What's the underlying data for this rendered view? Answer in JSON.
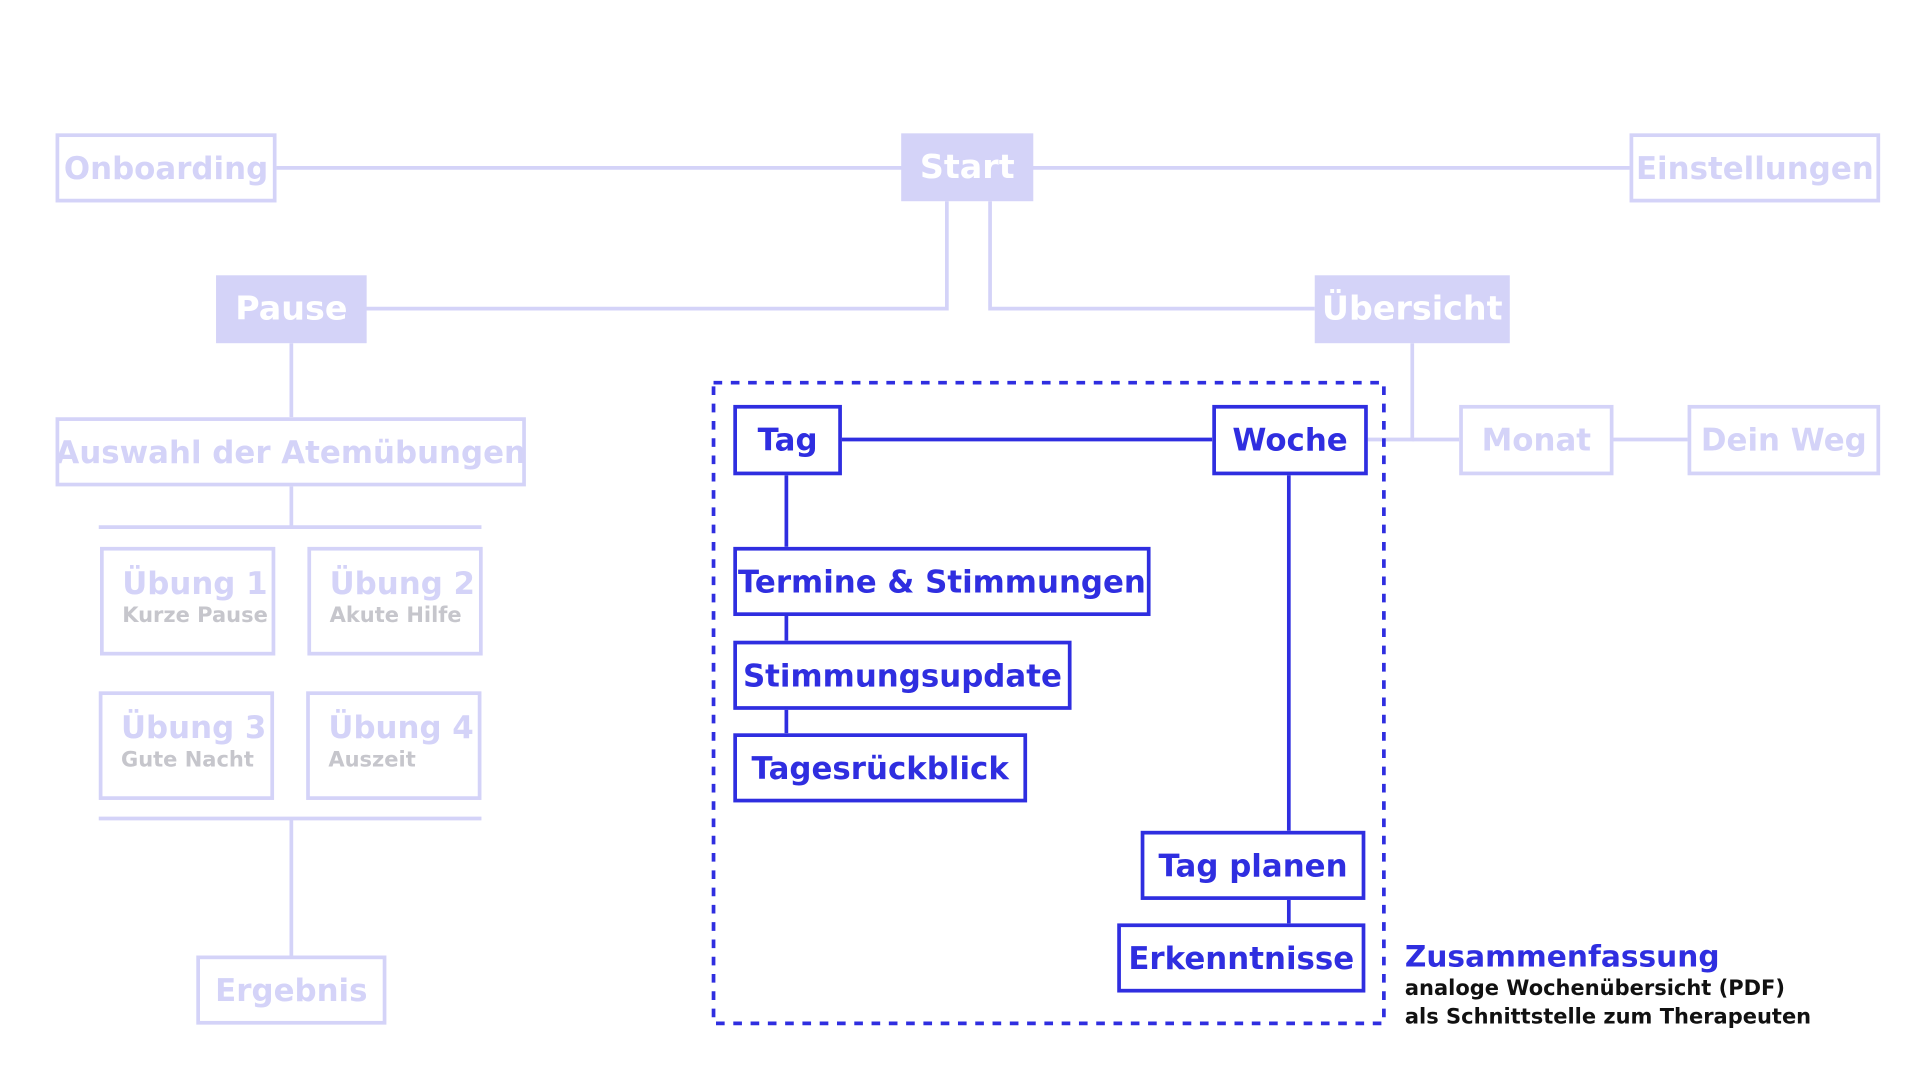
{
  "colors": {
    "pale": "#d4d3f8",
    "active": "#2f2ee0",
    "subtitle": "#c6c6cc"
  },
  "nodes": {
    "onboarding": "Onboarding",
    "start": "Start",
    "settings": "Einstellungen",
    "pause": "Pause",
    "overview": "Übersicht",
    "breathing_selection": "Auswahl der Atemübungen",
    "exercises": [
      {
        "title": "Übung 1",
        "subtitle": "Kurze Pause"
      },
      {
        "title": "Übung 2",
        "subtitle": "Akute Hilfe"
      },
      {
        "title": "Übung 3",
        "subtitle": "Gute Nacht"
      },
      {
        "title": "Übung 4",
        "subtitle": "Auszeit"
      }
    ],
    "result": "Ergebnis",
    "day": "Tag",
    "week": "Woche",
    "month": "Monat",
    "your_path": "Dein Weg",
    "appointments_moods": "Termine & Stimmungen",
    "mood_update": "Stimmungsupdate",
    "daily_review": "Tagesrückblick",
    "plan_day": "Tag planen",
    "insights": "Erkenntnisse"
  },
  "summary": {
    "title": "Zusammenfassung",
    "line1": "analoge Wochenübersicht (PDF)",
    "line2": "als Schnittstelle zum Therapeuten"
  }
}
